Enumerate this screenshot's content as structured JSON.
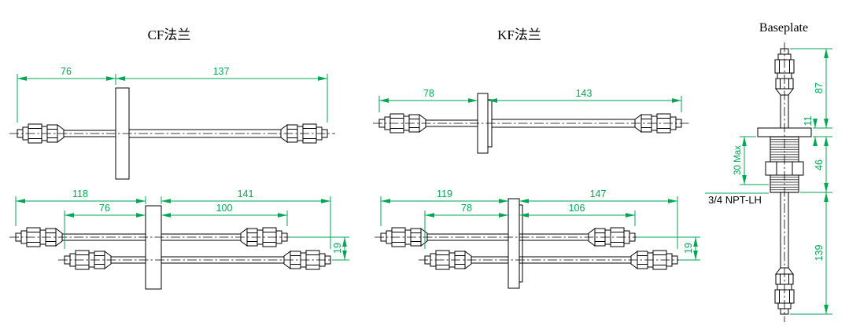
{
  "drawing": {
    "background": "#ffffff",
    "line_color": "#000000",
    "dimension_color": "#00a651"
  },
  "views": {
    "cf": {
      "title": "CF法兰",
      "top": {
        "dim_left": "76",
        "dim_right": "137"
      },
      "bottom": {
        "dim_outer_left": "118",
        "dim_inner_left": "76",
        "dim_inner_right": "100",
        "dim_outer_right": "141",
        "dim_spacing": "19"
      }
    },
    "kf": {
      "title": "KF法兰",
      "top": {
        "dim_left": "78",
        "dim_right": "143"
      },
      "bottom": {
        "dim_outer_left": "119",
        "dim_inner_left": "78",
        "dim_inner_right": "106",
        "dim_outer_right": "147",
        "dim_spacing": "19"
      }
    },
    "baseplate": {
      "title": "Baseplate",
      "dim_upper_length": "87",
      "dim_plate_thickness": "11",
      "dim_thread_section": "46",
      "dim_thread_depth": "30 Max",
      "thread_spec": "3/4 NPT-LH",
      "dim_lower_length": "139"
    }
  }
}
